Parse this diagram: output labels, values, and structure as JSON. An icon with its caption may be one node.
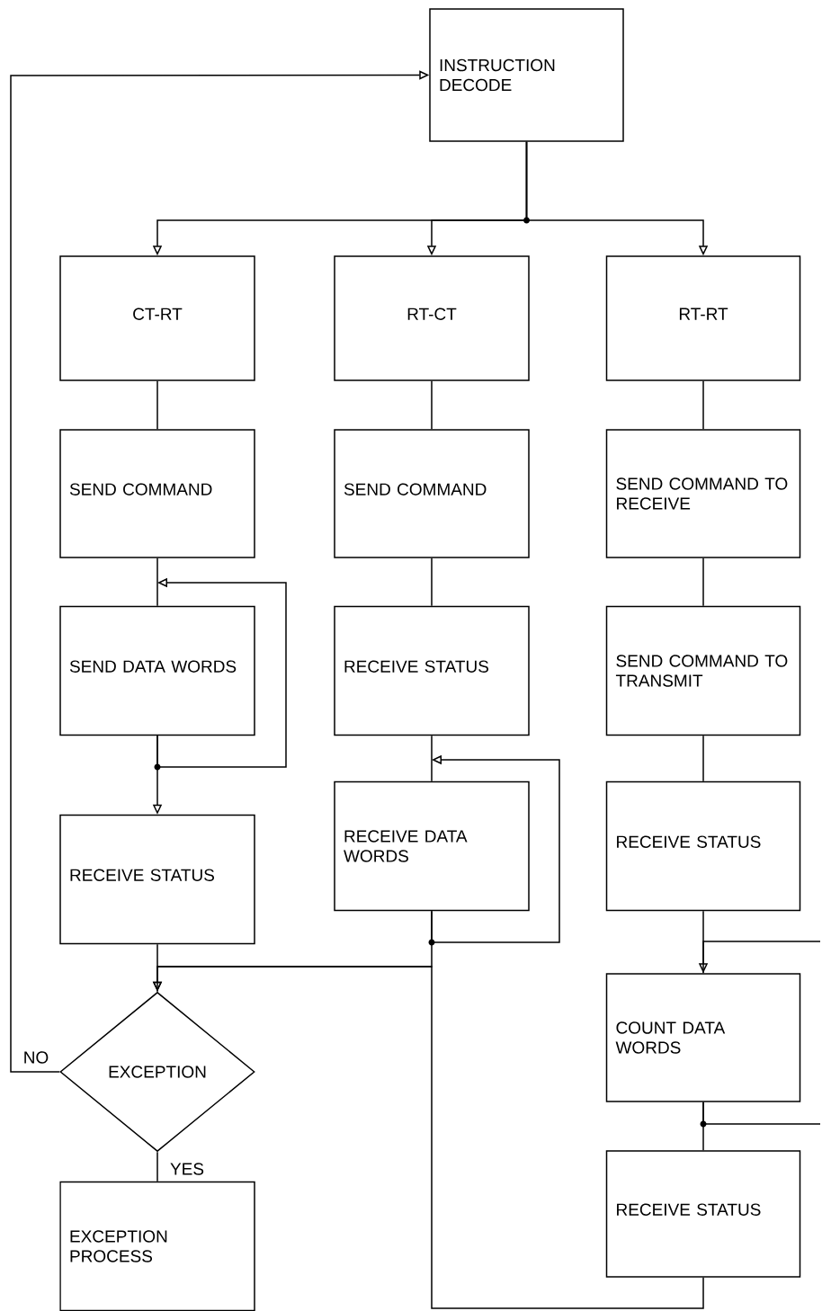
{
  "diagram": {
    "nodes": [
      {
        "text": [
          "INSTRUCTION DECODE"
        ]
      },
      {
        "text": [
          "CT-RT"
        ]
      },
      {
        "text": [
          "SEND COMMAND"
        ]
      },
      {
        "text": [
          "SEND DATA WORDS"
        ]
      },
      {
        "text": [
          "RECEIVE STATUS"
        ]
      },
      {
        "text": [
          "EXCEPTION"
        ]
      },
      {
        "text": [
          "EXCEPTION PROCESS"
        ]
      },
      {
        "text": [
          "RT-CT"
        ]
      },
      {
        "text": [
          "SEND COMMAND"
        ]
      },
      {
        "text": [
          "RECEIVE STATUS"
        ]
      },
      {
        "text": [
          "RECEIVE DATA WORDS"
        ]
      },
      {
        "text": [
          "RT-RT"
        ]
      },
      {
        "text": [
          "SEND COMMAND TO RECEIVE"
        ]
      },
      {
        "text": [
          "SEND COMMAND TO TRANSMIT"
        ]
      },
      {
        "text": [
          "RECEIVE STATUS"
        ]
      },
      {
        "text": [
          "COUNT DATA WORDS"
        ]
      },
      {
        "text": [
          "RECEIVE STATUS"
        ]
      }
    ],
    "edges": [
      {
        "from": 0,
        "to": 1,
        "arrow": "to"
      },
      {
        "from": 0,
        "to": 7,
        "arrow": "to"
      },
      {
        "from": 0,
        "to": 11,
        "arrow": "to"
      },
      {
        "from": 1,
        "to": 2,
        "arrow": "none"
      },
      {
        "from": 2,
        "to": 3,
        "arrow": "none"
      },
      {
        "from": 3,
        "to": 3,
        "arrow": "to"
      },
      {
        "from": 3,
        "to": 4,
        "arrow": "to"
      },
      {
        "from": 4,
        "to": 5,
        "arrow": "none"
      },
      {
        "from": 5,
        "to": 0,
        "arrow": "to",
        "label": "NO"
      },
      {
        "from": 5,
        "to": 6,
        "arrow": "none",
        "label": "YES"
      },
      {
        "from": 7,
        "to": 8,
        "arrow": "none"
      },
      {
        "from": 8,
        "to": 9,
        "arrow": "none"
      },
      {
        "from": 9,
        "to": 10,
        "arrow": "none"
      },
      {
        "from": 10,
        "to": 10,
        "arrow": "to"
      },
      {
        "from": 10,
        "to": 5,
        "arrow": "to"
      },
      {
        "from": 16,
        "to": 5,
        "arrow": "to"
      },
      {
        "from": 11,
        "to": 12,
        "arrow": "none"
      },
      {
        "from": 12,
        "to": 13,
        "arrow": "none"
      },
      {
        "from": 13,
        "to": 14,
        "arrow": "none"
      },
      {
        "from": null,
        "to": 15,
        "arrow": "to"
      },
      {
        "from": 15,
        "to": null,
        "arrow": "none"
      },
      {
        "from": 14,
        "to": 15,
        "arrow": "none"
      },
      {
        "from": 15,
        "to": 16,
        "arrow": "none"
      }
    ]
  }
}
